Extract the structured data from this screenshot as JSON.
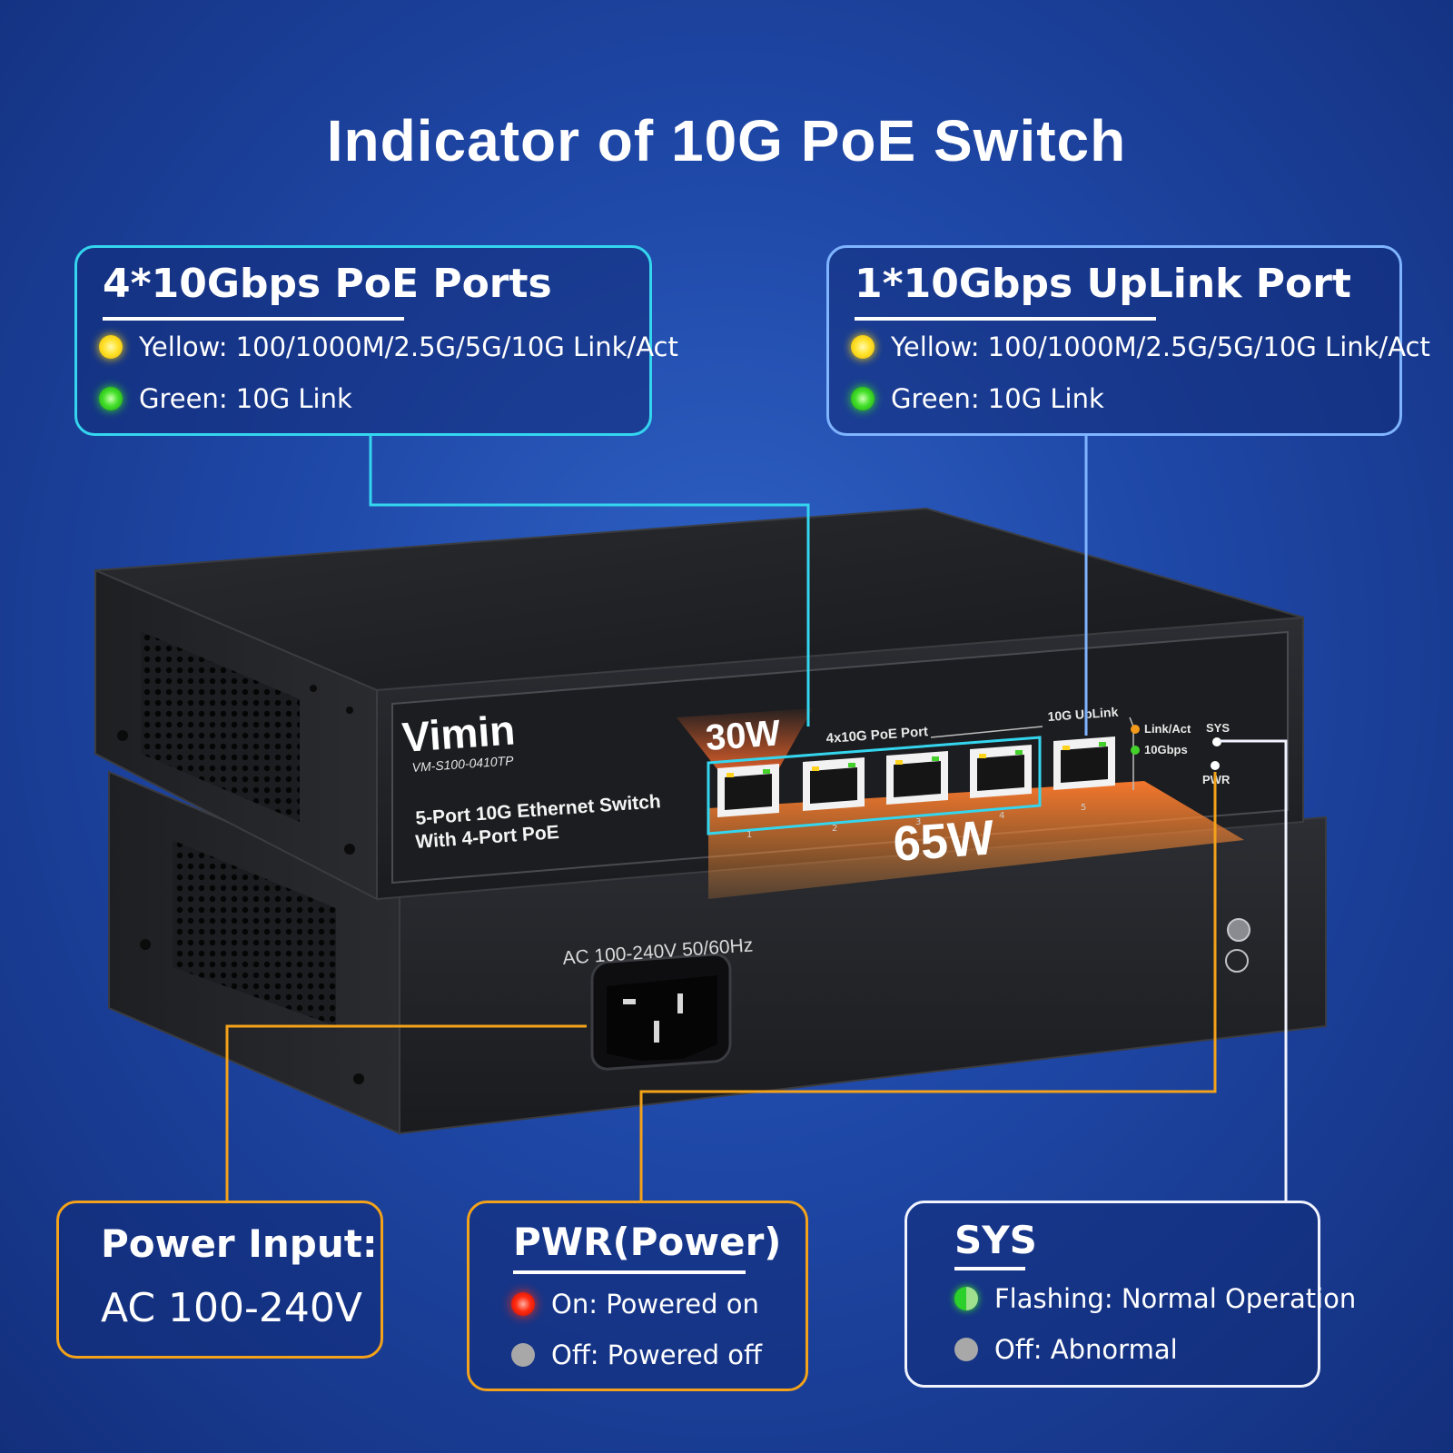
{
  "title": "Indicator of 10G PoE Switch",
  "poe_ports": {
    "title": "4*10Gbps PoE Ports",
    "rows": [
      {
        "color": "yellow",
        "text": "Yellow: 100/1000M/2.5G/5G/10G Link/Act"
      },
      {
        "color": "green",
        "text": "Green: 10G Link"
      }
    ]
  },
  "uplink_port": {
    "title": "1*10Gbps UpLink Port",
    "rows": [
      {
        "color": "yellow",
        "text": "Yellow: 100/1000M/2.5G/5G/10G Link/Act"
      },
      {
        "color": "green",
        "text": "Green: 10G Link"
      }
    ]
  },
  "power_input": {
    "label": "Power Input:",
    "value": "AC 100-240V"
  },
  "pwr": {
    "title": "PWR(Power)",
    "rows": [
      {
        "color": "red",
        "text": "On: Powered on"
      },
      {
        "color": "gray",
        "text": "Off: Powered off"
      }
    ]
  },
  "sys": {
    "title": "SYS",
    "rows": [
      {
        "color": "green-flashing",
        "text": "Flashing: Normal Operation"
      },
      {
        "color": "gray",
        "text": "Off: Abnormal"
      }
    ]
  },
  "device": {
    "brand": "Vimin",
    "model": "VM-S100-0410TP",
    "desc_line1": "5-Port 10G Ethernet Switch",
    "desc_line2": "With 4-Port PoE",
    "poe_group_label": "4x10G PoE Port",
    "uplink_group_label": "10G UpLink",
    "port_numbers": [
      "1",
      "2",
      "3",
      "4",
      "5"
    ],
    "legend_link": "Link/Act",
    "legend_10g": "10Gbps",
    "sys_label": "SYS",
    "pwr_label": "PWR",
    "per_port_power": "30W",
    "total_power": "65W",
    "ac_label": "AC 100-240V 50/60Hz"
  },
  "colors": {
    "cyan": "#34d6ef",
    "light_blue": "#7fb4ff",
    "orange": "#f3a21a",
    "white": "#f1f4ff"
  }
}
